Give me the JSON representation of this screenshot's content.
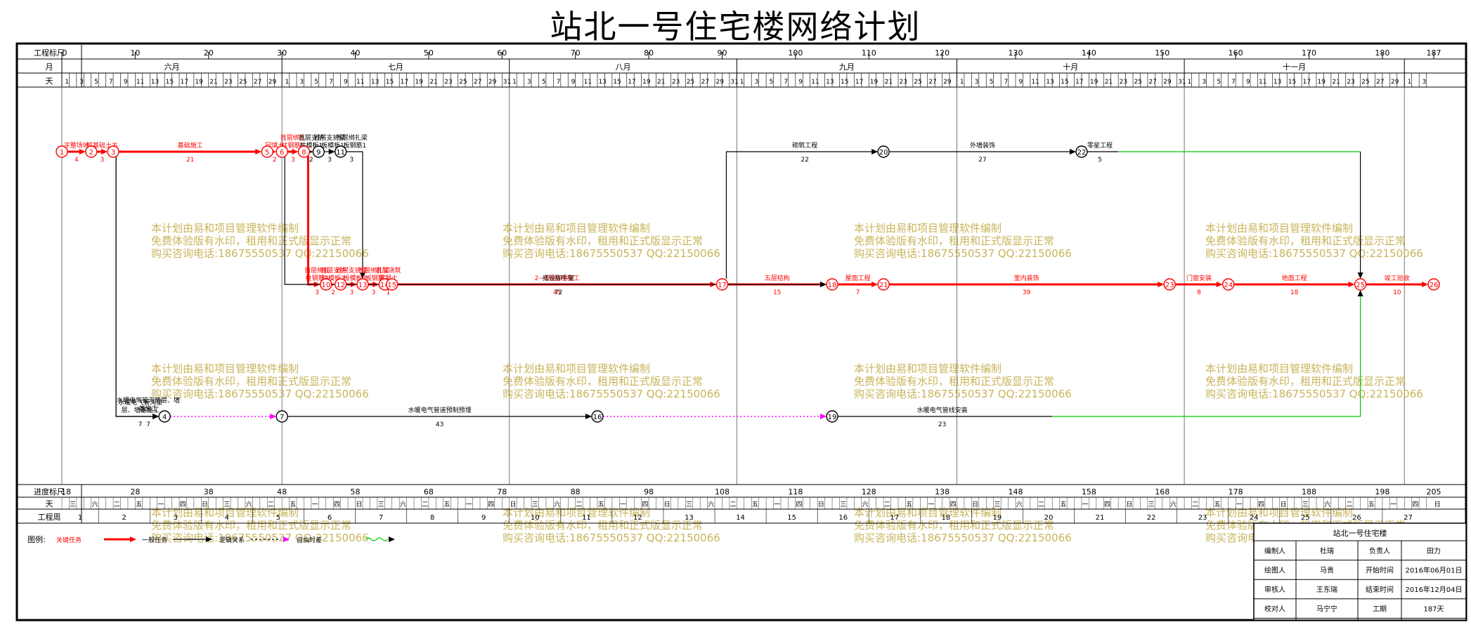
{
  "title": "站北一号住宅楼网络计划",
  "chart_data": {
    "type": "network-diagram",
    "start_date": "2016-06-01",
    "total_days": 187,
    "scale_max": 187,
    "header": {
      "scale_label": "工程标尺",
      "month_label": "月",
      "day_label": "天",
      "scale_ticks": [
        0,
        10,
        20,
        30,
        40,
        50,
        60,
        70,
        80,
        90,
        100,
        110,
        120,
        130,
        140,
        150,
        160,
        170,
        180,
        187
      ],
      "months": [
        {
          "name": "六月",
          "days": 30
        },
        {
          "name": "七月",
          "days": 31
        },
        {
          "name": "八月",
          "days": 31
        },
        {
          "name": "九月",
          "days": 30
        },
        {
          "name": "十月",
          "days": 31
        },
        {
          "name": "十一月",
          "days": 30
        },
        {
          "name": "",
          "days": 4
        }
      ]
    },
    "footer": {
      "progress_label": "进度标尺",
      "weekday_label": "天",
      "week_label": "工程周",
      "progress_ticks": [
        18,
        28,
        38,
        48,
        58,
        68,
        78,
        88,
        98,
        108,
        118,
        128,
        138,
        148,
        158,
        168,
        178,
        188,
        198,
        205
      ],
      "weekday_names": [
        "一",
        "二",
        "三",
        "四",
        "五",
        "六",
        "日"
      ]
    },
    "nodes": [
      {
        "id": 1,
        "day": 0,
        "row": 1,
        "critical": true
      },
      {
        "id": 2,
        "day": 4,
        "row": 1,
        "critical": true
      },
      {
        "id": 3,
        "day": 7,
        "row": 1,
        "critical": true
      },
      {
        "id": 5,
        "day": 28,
        "row": 1,
        "critical": true
      },
      {
        "id": 6,
        "day": 30,
        "row": 1,
        "critical": true
      },
      {
        "id": 8,
        "day": 33,
        "row": 1,
        "critical": true
      },
      {
        "id": 9,
        "day": 35,
        "row": 1,
        "critical": false
      },
      {
        "id": 11,
        "day": 38,
        "row": 1,
        "critical": false
      },
      {
        "id": 10,
        "day": 36,
        "row": 2,
        "critical": true
      },
      {
        "id": 12,
        "day": 38,
        "row": 2,
        "critical": true
      },
      {
        "id": 13,
        "day": 41,
        "row": 2,
        "critical": true
      },
      {
        "id": 14,
        "day": 44,
        "row": 2,
        "critical": true
      },
      {
        "id": 15,
        "day": 45,
        "row": 2,
        "critical": true
      },
      {
        "id": 17,
        "day": 90,
        "row": 2,
        "critical": true
      },
      {
        "id": 18,
        "day": 105,
        "row": 2,
        "critical": true
      },
      {
        "id": 20,
        "day": 112,
        "row": 1,
        "critical": false
      },
      {
        "id": 22,
        "day": 139,
        "row": 1,
        "critical": false
      },
      {
        "id": 21,
        "day": 112,
        "row": 2,
        "critical": true
      },
      {
        "id": 23,
        "day": 151,
        "row": 2,
        "critical": true
      },
      {
        "id": 24,
        "day": 159,
        "row": 2,
        "critical": true
      },
      {
        "id": 25,
        "day": 177,
        "row": 2,
        "critical": true
      },
      {
        "id": 26,
        "day": 187,
        "row": 2,
        "critical": true
      },
      {
        "id": 4,
        "day": 14,
        "row": 4,
        "critical": false
      },
      {
        "id": 7,
        "day": 30,
        "row": 4,
        "critical": false
      },
      {
        "id": 16,
        "day": 73,
        "row": 4,
        "critical": false
      },
      {
        "id": 19,
        "day": 105,
        "row": 4,
        "critical": false
      }
    ],
    "activities": [
      {
        "from": 1,
        "to": 2,
        "name": "平整场地",
        "duration": 4,
        "critical": true
      },
      {
        "from": 2,
        "to": 3,
        "name": "挖基础土方",
        "duration": 3,
        "critical": true
      },
      {
        "from": 3,
        "to": 5,
        "name": "基础施工",
        "duration": 21,
        "critical": true
      },
      {
        "from": 5,
        "to": 6,
        "name": "回填土",
        "duration": 2,
        "critical": true
      },
      {
        "from": 6,
        "to": 8,
        "name": "首层绑扎柱钢筋1",
        "duration": 3,
        "critical": true
      },
      {
        "from": 8,
        "to": 9,
        "name": "首层支护柱模板1",
        "duration": 2,
        "critical": false
      },
      {
        "from": 9,
        "to": 11,
        "name": "首层支护梁、板模板1",
        "duration": 3,
        "critical": false
      },
      {
        "from": 11,
        "to": 13,
        "name": "首层绑扎梁、板钢筋1",
        "duration": 3,
        "critical": false
      },
      {
        "from": 8,
        "to": 10,
        "name": "首层绑扎柱钢筋2",
        "duration": 3,
        "critical": true
      },
      {
        "from": 10,
        "to": 12,
        "name": "首层支护柱模板2",
        "duration": 2,
        "critical": true
      },
      {
        "from": 12,
        "to": 13,
        "name": "首层支护梁、板模板2",
        "duration": 3,
        "critical": true
      },
      {
        "from": 13,
        "to": 14,
        "name": "首层绑扎梁、板钢筋2",
        "duration": 3,
        "critical": true
      },
      {
        "from": 14,
        "to": 15,
        "name": "首层浇筑混凝土",
        "duration": 1,
        "critical": true
      },
      {
        "from": 15,
        "to": 17,
        "name": "2~4层结构施工",
        "duration": 45,
        "critical": true
      },
      {
        "from": 17,
        "to": 18,
        "name": "五层结构",
        "duration": 15,
        "critical": true
      },
      {
        "from": 18,
        "to": 21,
        "name": "屋面工程",
        "duration": 7,
        "critical": true
      },
      {
        "from": 21,
        "to": 23,
        "name": "室内装饰",
        "duration": 39,
        "critical": true
      },
      {
        "from": 23,
        "to": 24,
        "name": "门窗安装",
        "duration": 8,
        "critical": true
      },
      {
        "from": 24,
        "to": 25,
        "name": "地面工程",
        "duration": 18,
        "critical": true
      },
      {
        "from": 25,
        "to": 26,
        "name": "竣工验收",
        "duration": 10,
        "critical": true
      },
      {
        "from": 17,
        "to": 20,
        "name": "砌筑工程",
        "duration": 22,
        "critical": false
      },
      {
        "from": 20,
        "to": 22,
        "name": "外墙装饰",
        "duration": 27,
        "critical": false
      },
      {
        "from": 22,
        "to": 25,
        "name": "零星工程",
        "duration": 5,
        "critical": false
      },
      {
        "from": 6,
        "to": 18,
        "name": "搭设脚手架",
        "duration": 72,
        "critical": false
      },
      {
        "from": 3,
        "to": 4,
        "name": "水暖电气管沟垫层、墙基施工",
        "duration": 7,
        "critical": false
      },
      {
        "from": 7,
        "to": 16,
        "name": "水暖电气管道预制预埋",
        "duration": 43,
        "critical": false
      },
      {
        "from": 19,
        "to": 25,
        "name": "水暖电气管线安装",
        "duration": 23,
        "critical": false
      }
    ],
    "watermark": [
      "本计划由易和项目管理软件编制",
      "免费体验版有水印，租用和正式版显示正常",
      "购买咨询电话:18675550537 QQ:22150066"
    ],
    "legend": {
      "title": "图例:",
      "items": [
        {
          "label": "关键任务",
          "style": "critical"
        },
        {
          "label": "一般任务",
          "style": "normal"
        },
        {
          "label": "逻辑关系",
          "style": "logic"
        },
        {
          "label": "自由时差",
          "style": "float"
        }
      ]
    },
    "info_table": {
      "project": "站北一号住宅楼",
      "rows": [
        [
          "编制人",
          "杜瑞",
          "负责人",
          "田力"
        ],
        [
          "绘图人",
          "马贵",
          "开始时间",
          "2016年06月01日"
        ],
        [
          "审核人",
          "王东瑞",
          "结束时间",
          "2016年12月04日"
        ],
        [
          "校对人",
          "马宁宁",
          "工期",
          "187天"
        ]
      ]
    },
    "colors": {
      "critical": "#ff0000",
      "normal": "#000000",
      "float": "#00cc00",
      "free": "#ff00ff",
      "grid": "#000000",
      "watermark": "#c8b45a"
    }
  }
}
